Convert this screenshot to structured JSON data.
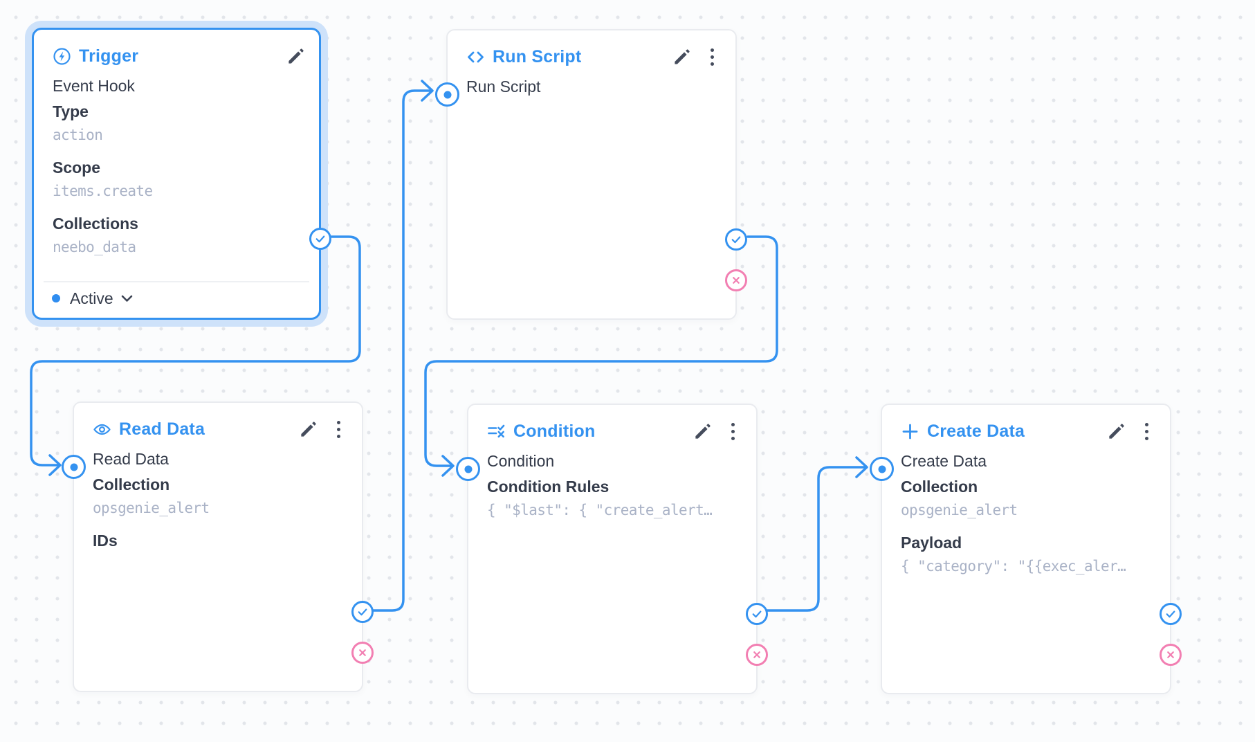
{
  "canvas": {
    "type": "flow-editor",
    "background": "dot-grid"
  },
  "colors": {
    "primary_blue": "#3492f0",
    "selection_halo": "#cee2fa",
    "danger_pink": "#f27fb2",
    "text_dark": "#353c4b",
    "mono_muted": "#a9b2c6",
    "panel_border": "#e9ebef",
    "canvas_bg": "#fbfcfd",
    "grid_dot": "#e2e5ea",
    "icon_dark": "#454c5c"
  },
  "icons": {
    "edit": "edit-pencil-icon",
    "menu": "kebab-menu-icon",
    "resolve": "check-circle-icon",
    "reject": "x-circle-icon",
    "input": "input-dot-icon",
    "chevron": "chevron-down-icon"
  },
  "nodes": {
    "trigger": {
      "title": "Trigger",
      "icon": "bolt-icon",
      "selected": true,
      "subtitle": "Event Hook",
      "fields": [
        {
          "label": "Type",
          "value": "action"
        },
        {
          "label": "Scope",
          "value": "items.create"
        },
        {
          "label": "Collections",
          "value": "neebo_data"
        }
      ],
      "status": {
        "label": "Active",
        "state": "active"
      }
    },
    "run_script": {
      "title": "Run Script",
      "icon": "code-icon",
      "input_label": "Run Script",
      "fields": []
    },
    "read_data": {
      "title": "Read Data",
      "icon": "eye-icon",
      "input_label": "Read Data",
      "fields": [
        {
          "label": "Collection",
          "value": "opsgenie_alert"
        },
        {
          "label": "IDs",
          "value": ""
        }
      ]
    },
    "condition": {
      "title": "Condition",
      "icon": "rule-icon",
      "input_label": "Condition",
      "fields": [
        {
          "label": "Condition Rules",
          "value": "{ \"$last\": { \"create_alert…"
        }
      ]
    },
    "create_data": {
      "title": "Create Data",
      "icon": "plus-icon",
      "input_label": "Create Data",
      "fields": [
        {
          "label": "Collection",
          "value": "opsgenie_alert"
        },
        {
          "label": "Payload",
          "value": "{ \"category\": \"{{exec_aler…"
        }
      ]
    }
  }
}
